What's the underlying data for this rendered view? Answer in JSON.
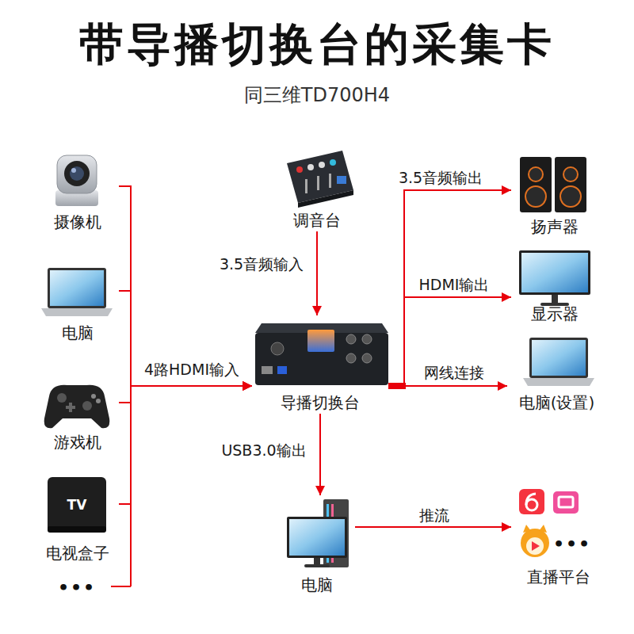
{
  "diagram": {
    "title": "带导播切换台的采集卡",
    "nodes": [
      {
        "text": [
          "摄像机"
        ]
      },
      {
        "text": [
          "电脑"
        ]
      },
      {
        "text": [
          "游戏机"
        ]
      },
      {
        "text": [
          "电视盒子"
        ]
      },
      {
        "text": [
          "调音台"
        ]
      },
      {
        "text": [
          "导播切换台"
        ]
      },
      {
        "text": [
          "扬声器"
        ]
      },
      {
        "text": [
          "显示器"
        ]
      },
      {
        "text": [
          "电脑(设置)"
        ]
      },
      {
        "text": [
          "电脑"
        ]
      },
      {
        "text": [
          "直播平台"
        ]
      }
    ],
    "edges": [
      {
        "from": 0,
        "to": 5,
        "label": "4路HDMI输入",
        "arrow": "to"
      },
      {
        "from": 1,
        "to": 5,
        "arrow": "to"
      },
      {
        "from": 2,
        "to": 5,
        "arrow": "to"
      },
      {
        "from": 3,
        "to": 5,
        "arrow": "to"
      },
      {
        "from": 4,
        "to": 5,
        "label": "3.5音频输入",
        "arrow": "to"
      },
      {
        "from": 5,
        "to": 6,
        "label": "3.5音频输出",
        "arrow": "to"
      },
      {
        "from": 5,
        "to": 7,
        "label": "HDMI输出",
        "arrow": "to"
      },
      {
        "from": 5,
        "to": 8,
        "label": "网线连接",
        "arrow": "to"
      },
      {
        "from": 5,
        "to": 9,
        "label": "USB3.0输出",
        "arrow": "to"
      },
      {
        "from": 9,
        "to": 10,
        "label": "推流",
        "arrow": "to"
      }
    ],
    "labels": [
      "同三维TD700H4",
      "•••",
      "TV",
      "•••"
    ]
  }
}
